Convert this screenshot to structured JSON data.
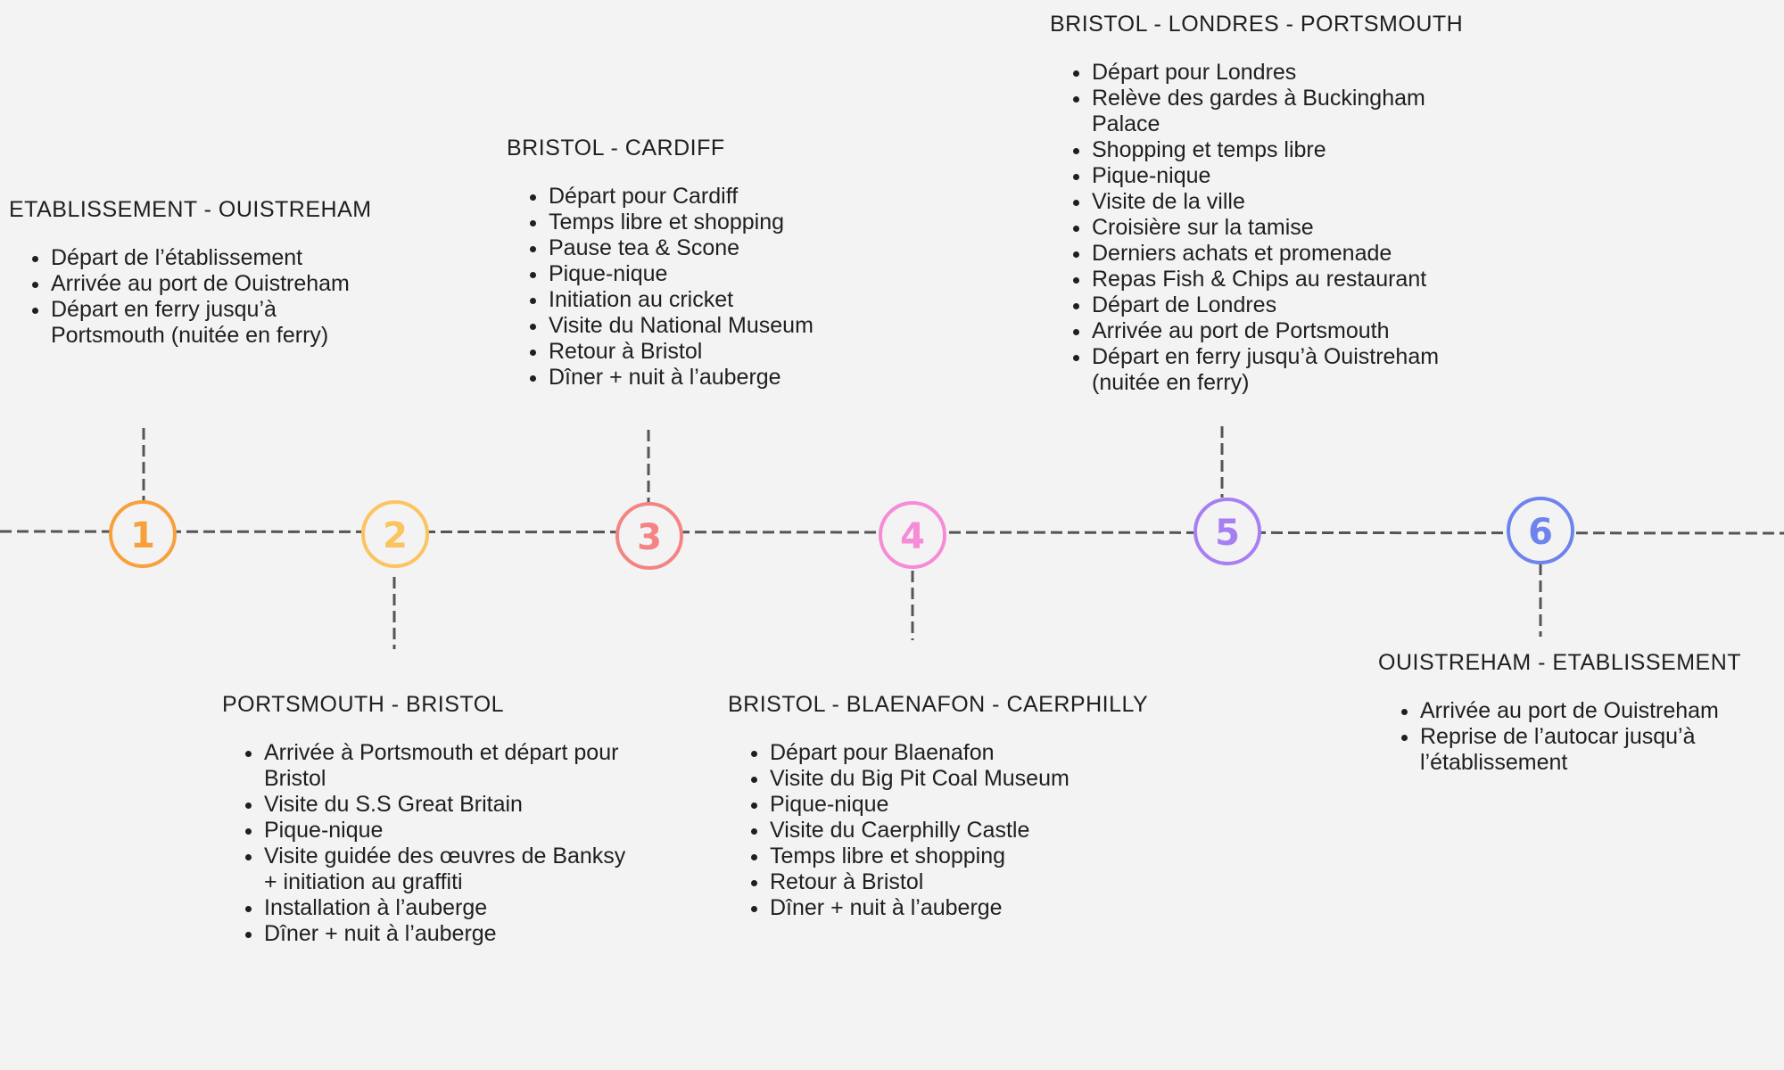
{
  "steps": [
    {
      "number": "1",
      "color": "#f7a03c",
      "title": "ETABLISSEMENT - OUISTREHAM",
      "items": [
        "Départ de l’établissement",
        "Arrivée au port de Ouistreham",
        "Départ en ferry jusqu’à Portsmouth (nuitée en ferry)"
      ]
    },
    {
      "number": "2",
      "color": "#fbc45e",
      "title": "PORTSMOUTH - BRISTOL",
      "items": [
        "Arrivée à Portsmouth et départ pour Bristol",
        "Visite du S.S Great Britain",
        "Pique-nique",
        "Visite guidée des œuvres de Banksy + initiation au graffiti",
        "Installation à l’auberge",
        "Dîner + nuit  à l’auberge"
      ]
    },
    {
      "number": "3",
      "color": "#f58383",
      "title": "BRISTOL - CARDIFF",
      "items": [
        "Départ pour Cardiff",
        "Temps libre et shopping",
        "Pause tea & Scone",
        "Pique-nique",
        "Initiation au cricket",
        "Visite du National Museum",
        "Retour à Bristol",
        "Dîner + nuit à l’auberge"
      ]
    },
    {
      "number": "4",
      "color": "#f68bd6",
      "title": "BRISTOL - BLAENAFON - CAERPHILLY",
      "items": [
        "Départ pour Blaenafon",
        "Visite du Big Pit Coal Museum",
        "Pique-nique",
        "Visite du Caerphilly Castle",
        "Temps libre et shopping",
        "Retour à Bristol",
        "Dîner + nuit à l’auberge"
      ]
    },
    {
      "number": "5",
      "color": "#a77ff2",
      "title": "BRISTOL - LONDRES - PORTSMOUTH",
      "items": [
        "Départ pour Londres",
        "Relève des gardes à Buckingham Palace",
        "Shopping et temps libre",
        "Pique-nique",
        "Visite de la ville",
        "Croisière sur la tamise",
        "Derniers achats et promenade",
        "Repas Fish & Chips au restaurant",
        "Départ de Londres",
        "Arrivée au port de Portsmouth",
        "Départ en ferry jusqu’à Ouistreham (nuitée en ferry)"
      ]
    },
    {
      "number": "6",
      "color": "#6d84ee",
      "title": "OUISTREHAM - ETABLISSEMENT",
      "items": [
        "Arrivée au port de Ouistreham",
        "Reprise de l’autocar jusqu’à l’établissement"
      ]
    }
  ],
  "colors": {
    "background": "#f3f3f3",
    "line": "#555555",
    "text": "#1f1f1f"
  }
}
